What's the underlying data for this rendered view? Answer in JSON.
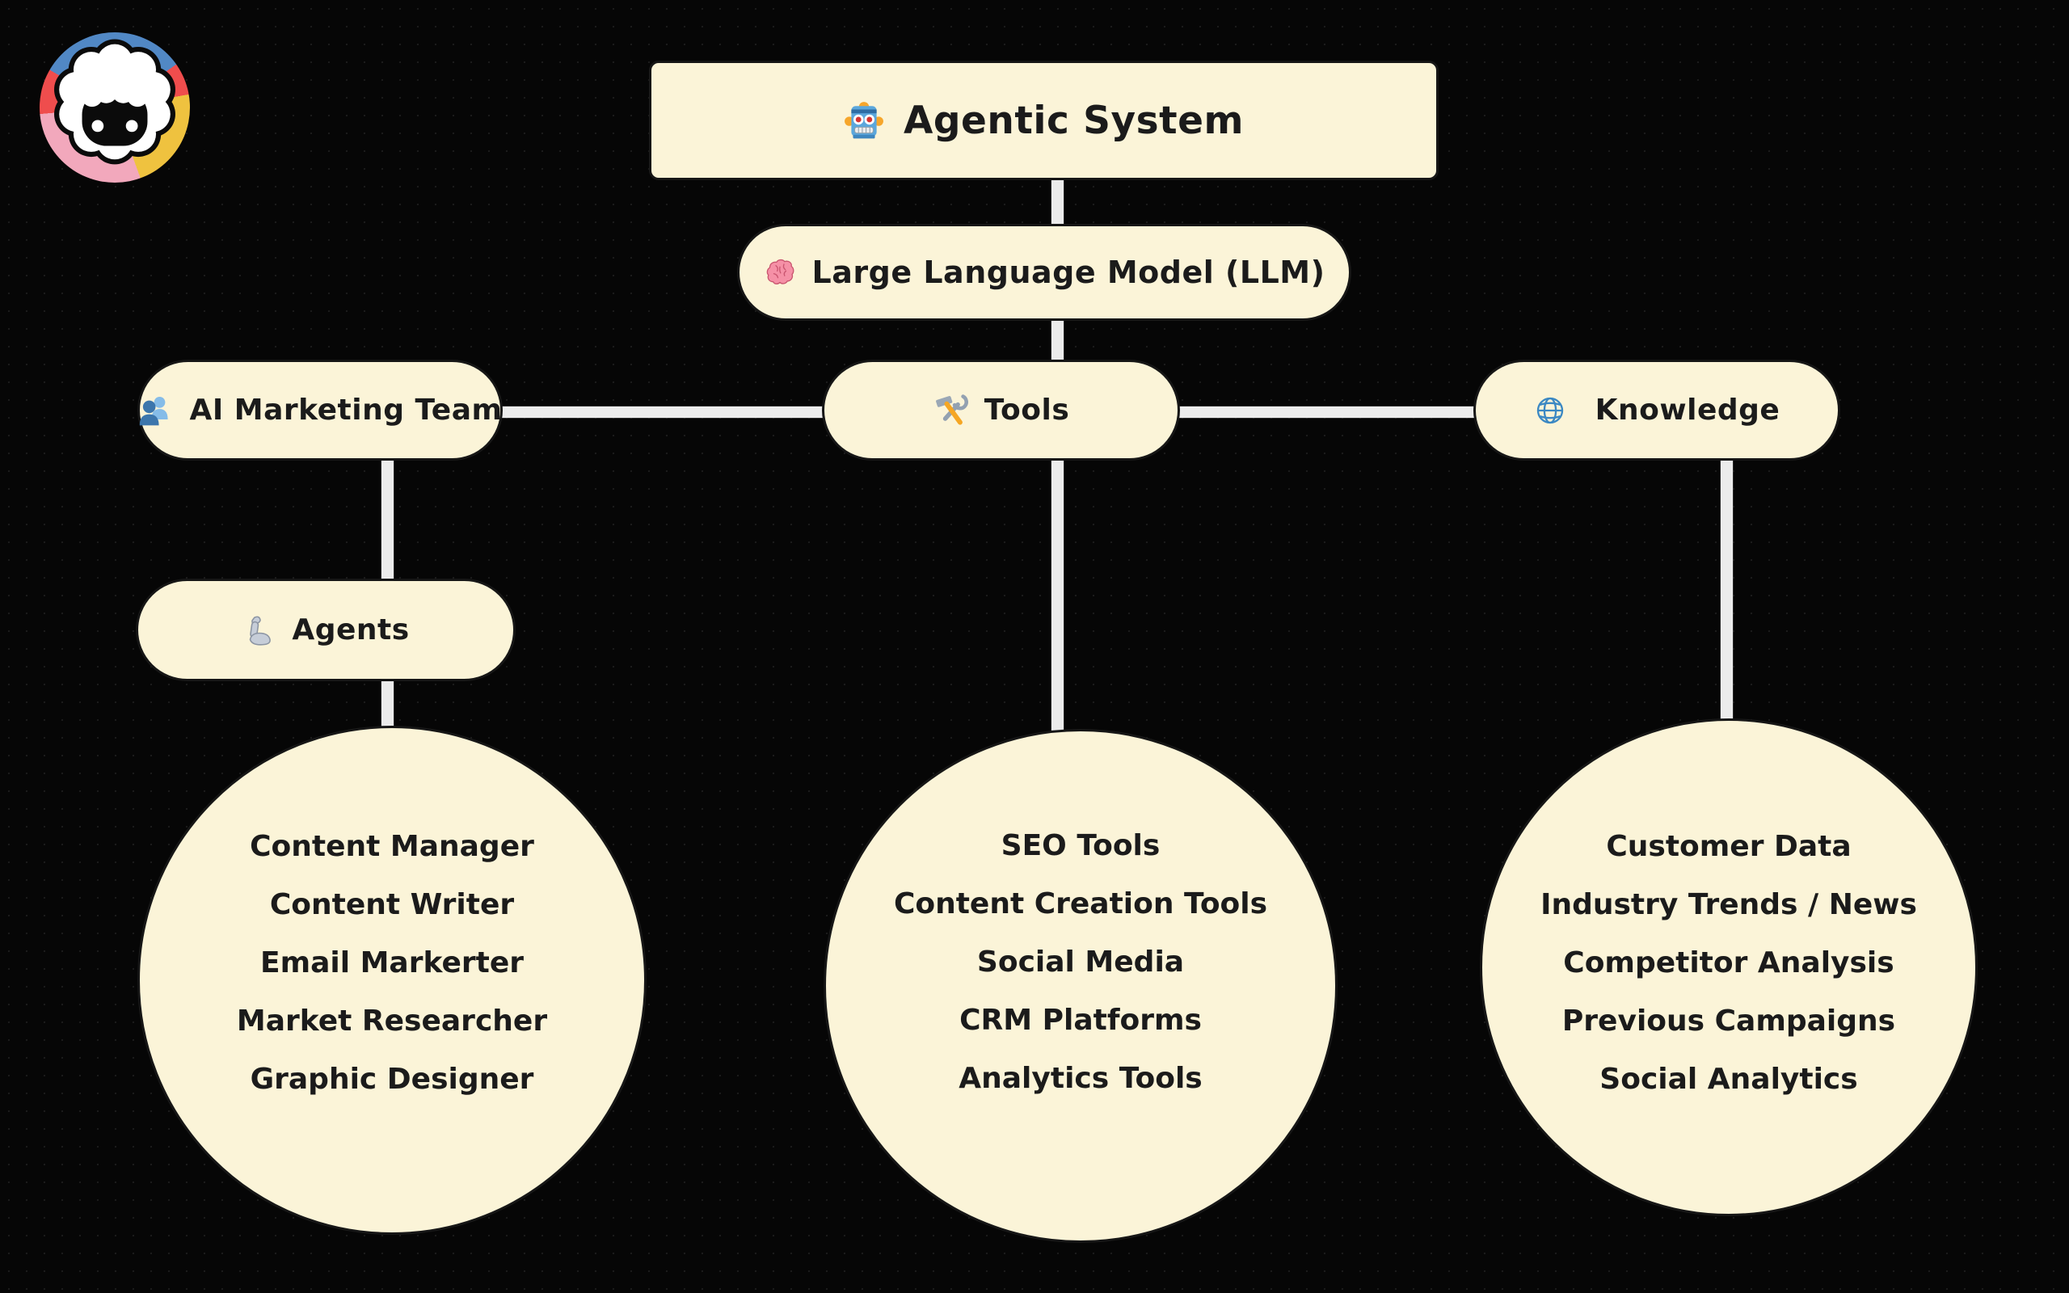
{
  "palette": {
    "background": "#060606",
    "node_fill": "#FBF4D8",
    "node_border": "#161616",
    "connector": "#ECECEC",
    "text": "#1B1B1B",
    "logo_blue": "#5188C5",
    "logo_red": "#EF4D4D",
    "logo_yellow": "#EFC23F",
    "logo_pink": "#F2A8BC"
  },
  "logo": {
    "icon": "sheep-badge-logo"
  },
  "diagram": {
    "root": {
      "label": "Agentic System",
      "icon": "robot-icon"
    },
    "llm": {
      "label": "Large Language Model (LLM)",
      "icon": "brain-icon"
    },
    "branches": [
      {
        "label": "AI Marketing Team",
        "icon": "people-icon"
      },
      {
        "label": "Tools",
        "icon": "hammer-wrench-icon"
      },
      {
        "label": "Knowledge",
        "icon": "globe-icon"
      }
    ],
    "agents": {
      "label": "Agents",
      "icon": "mechanical-arm-icon"
    },
    "groups": [
      {
        "items": [
          "Content Manager",
          "Content Writer",
          "Email Markerter",
          "Market Researcher",
          "Graphic Designer"
        ]
      },
      {
        "items": [
          "SEO Tools",
          "Content Creation Tools",
          "Social Media",
          "CRM Platforms",
          "Analytics Tools"
        ]
      },
      {
        "items": [
          "Customer Data",
          "Industry Trends / News",
          "Competitor Analysis",
          "Previous Campaigns",
          "Social Analytics"
        ]
      }
    ]
  }
}
